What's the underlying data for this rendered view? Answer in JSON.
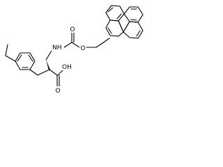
{
  "molecule": {
    "atom_labels": {
      "o_ester": "O",
      "o_carbonyl_carbamate": "O",
      "nh": "NH",
      "oh": "OH",
      "o_carbonyl_acid": "O"
    },
    "colors": {
      "bond": "#000000",
      "text": "#000000",
      "background": "#ffffff"
    }
  }
}
